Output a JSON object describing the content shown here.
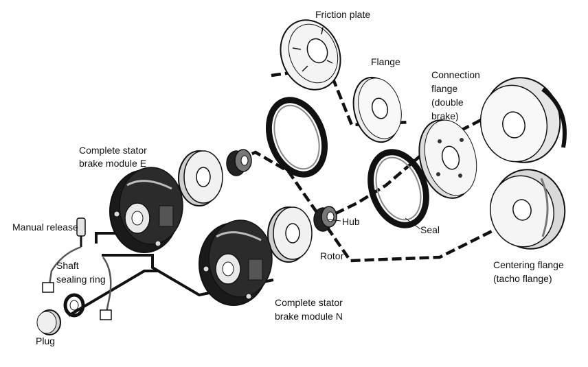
{
  "labels": {
    "friction_plate": "Friction plate",
    "flange": "Flange",
    "connection_flange": [
      "Connection",
      "flange",
      "(double",
      "brake)"
    ],
    "stator_e": [
      "Complete stator",
      "brake module E"
    ],
    "manual_release": "Manual release",
    "shaft_sealing_ring": [
      "Shaft",
      "sealing ring"
    ],
    "hub": "Hub",
    "seal": "Seal",
    "rotor": "Rotor",
    "centering_flange": [
      "Centering flange",
      "(tacho flange)"
    ],
    "stator_n": [
      "Complete stator",
      "brake module N"
    ],
    "plug": "Plug"
  },
  "colors": {
    "line": "#111111",
    "part_fill": "#f2f2f2",
    "part_dark": "#1a1a1a",
    "part_mid": "#9a9a9a"
  }
}
